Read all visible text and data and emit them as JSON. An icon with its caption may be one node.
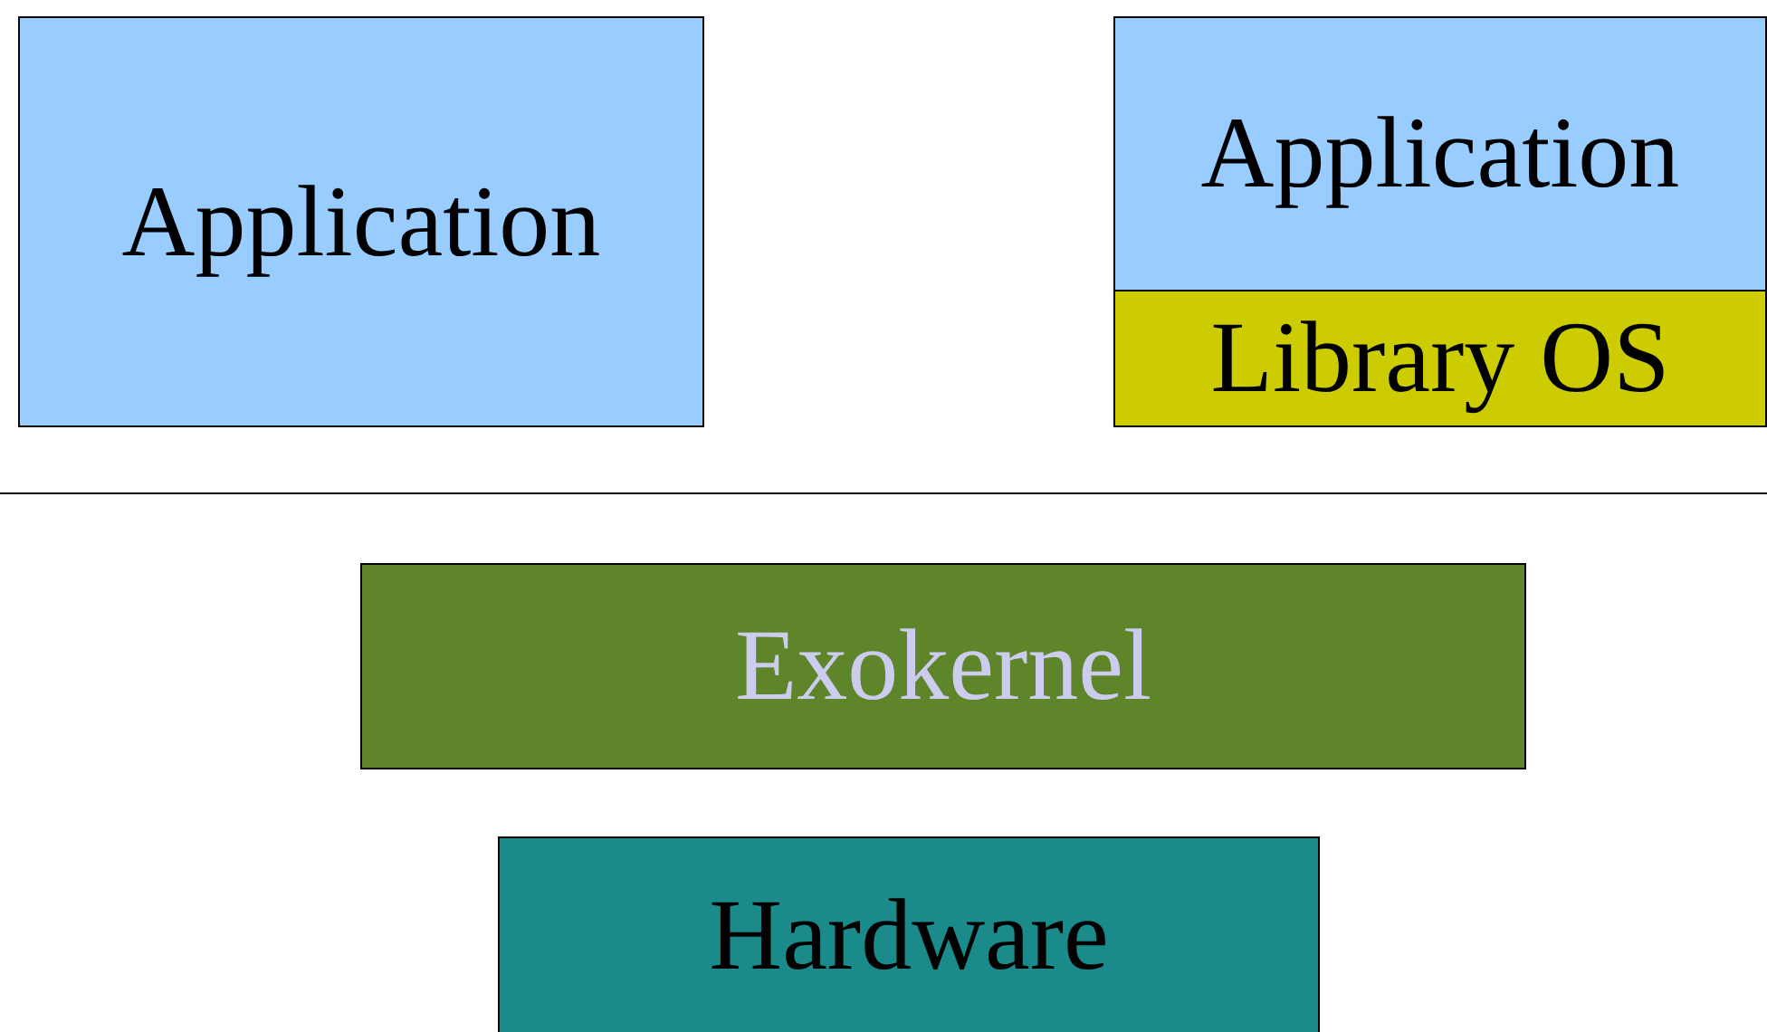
{
  "diagram": {
    "nodes": [
      {
        "text": [
          "Application"
        ]
      },
      {
        "text": [
          "Application"
        ]
      },
      {
        "text": [
          "Library OS"
        ]
      },
      {
        "text": [
          "Exokernel"
        ]
      },
      {
        "text": [
          "Hardware"
        ]
      }
    ]
  }
}
